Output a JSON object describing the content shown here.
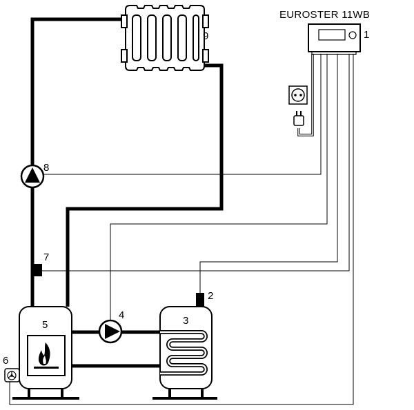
{
  "controller": {
    "title": "EUROSTER 11WB",
    "number": "1"
  },
  "labels": {
    "sensor": "2",
    "tank": "3",
    "pump_tank": "4",
    "boiler": "5",
    "fan": "6",
    "sensor_supply": "7",
    "pump_radiator": "8",
    "radiator": "9"
  }
}
